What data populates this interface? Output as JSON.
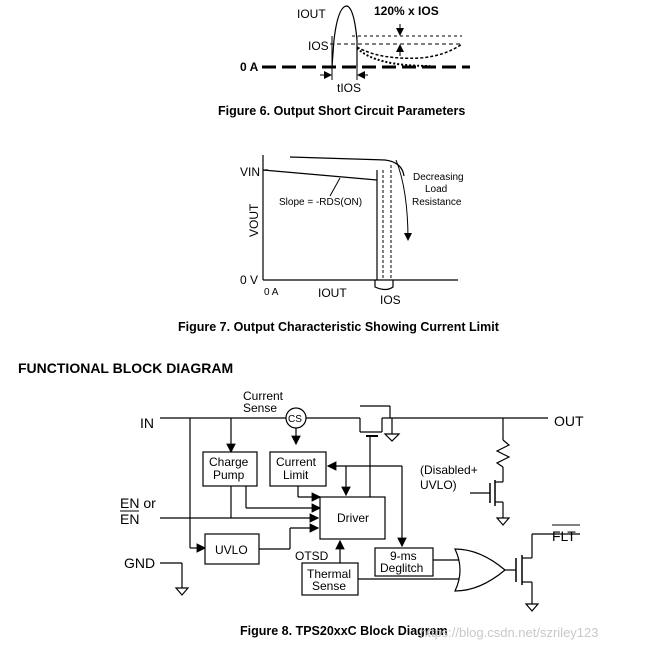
{
  "fig6": {
    "label_iout": "IOUT",
    "label_120": "120% x IOS",
    "label_ios": "IOS",
    "label_0a": "0 A",
    "label_tios": "tIOS",
    "caption": "Figure 6.  Output Short Circuit Parameters"
  },
  "fig7": {
    "label_vin": "VIN",
    "label_vout": "VOUT",
    "label_0v": "0 V",
    "label_0a": "0 A",
    "label_iout": "IOUT",
    "label_ios": "IOS",
    "slope": "Slope = -RDS(ON)",
    "decreasing": [
      "Decreasing",
      "Load",
      "Resistance"
    ],
    "caption": "Figure 7.  Output Characteristic Showing Current Limit"
  },
  "section_title": "FUNCTIONAL BLOCK DIAGRAM",
  "fig8": {
    "pin_in": "IN",
    "pin_out": "OUT",
    "pin_en": "EN or",
    "pin_en_bar": "EN",
    "pin_gnd": "GND",
    "pin_flt": "FLT",
    "current_sense": [
      "Current",
      "Sense"
    ],
    "cs": "CS",
    "charge_pump": [
      "Charge",
      "Pump"
    ],
    "current_limit": [
      "Current",
      "Limit"
    ],
    "driver": "Driver",
    "uvlo": "UVLO",
    "otsd": "OTSD",
    "thermal_sense": [
      "Thermal",
      "Sense"
    ],
    "deglitch": [
      "9-ms",
      "Deglitch"
    ],
    "disabled": [
      "(Disabled+",
      "UVLO)"
    ],
    "caption": "Figure 8.  TPS20xxC Block Diagram",
    "watermark": "https://blog.csdn.net/szriley123"
  }
}
